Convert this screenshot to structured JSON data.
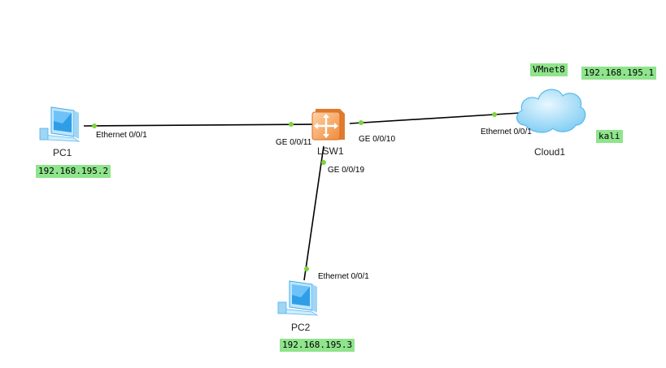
{
  "devices": {
    "pc1": {
      "name": "PC1"
    },
    "pc2": {
      "name": "PC2"
    },
    "switch": {
      "name": "LSW1"
    },
    "cloud": {
      "name": "Cloud1"
    }
  },
  "ports": {
    "pc1_eth": "Ethernet 0/0/1",
    "sw_ge11": "GE 0/0/11",
    "sw_ge10": "GE 0/0/10",
    "sw_ge19": "GE 0/0/19",
    "pc2_eth": "Ethernet 0/0/1",
    "cloud_eth": "Ethernet 0/0/1"
  },
  "notes": {
    "pc1_ip": "192.168.195.2",
    "pc2_ip": "192.168.195.3",
    "vmnet": "VMnet8",
    "cloud_ip": "192.168.195.1",
    "kali": "kali"
  },
  "colors": {
    "link": "#000000",
    "port_dot": "#7dd33b",
    "tag_bg": "#8fe48c"
  }
}
